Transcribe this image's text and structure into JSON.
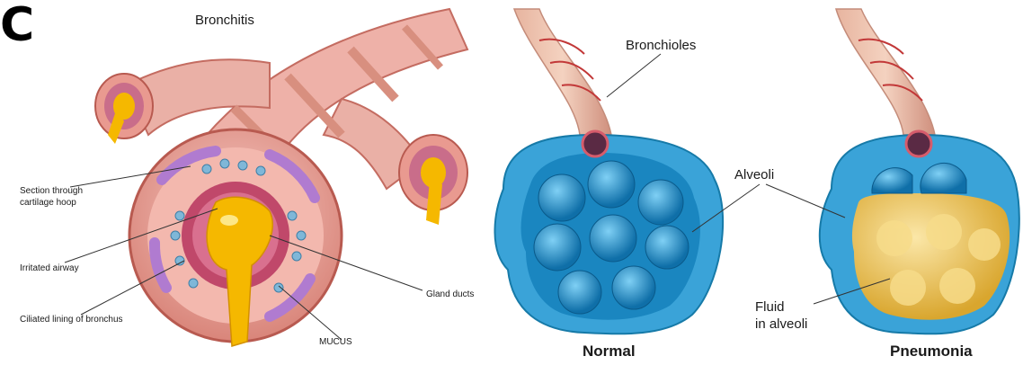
{
  "panel_letter": "C",
  "bronchitis": {
    "title": "Bronchitis",
    "labels": {
      "section_line1": "Section through",
      "section_line2": "cartilage hoop",
      "irritated": "Irritated airway",
      "ciliated": "Ciliated lining of bronchus",
      "gland": "Gland ducts",
      "mucus": "MUCUS"
    }
  },
  "alveoli": {
    "bronchioles": "Bronchioles",
    "alveoli": "Alveoli",
    "fluid_line1": "Fluid",
    "fluid_line2": "in alveoli",
    "normal": "Normal",
    "pneumonia": "Pneumonia"
  },
  "colors": {
    "tissue": "#e8a39b",
    "tissue_dark": "#c8645a",
    "mucus": "#f5b800",
    "alveolus": "#2a8fc9",
    "alveolus_light": "#8fd3f2",
    "fluid": "#e9c35a"
  }
}
